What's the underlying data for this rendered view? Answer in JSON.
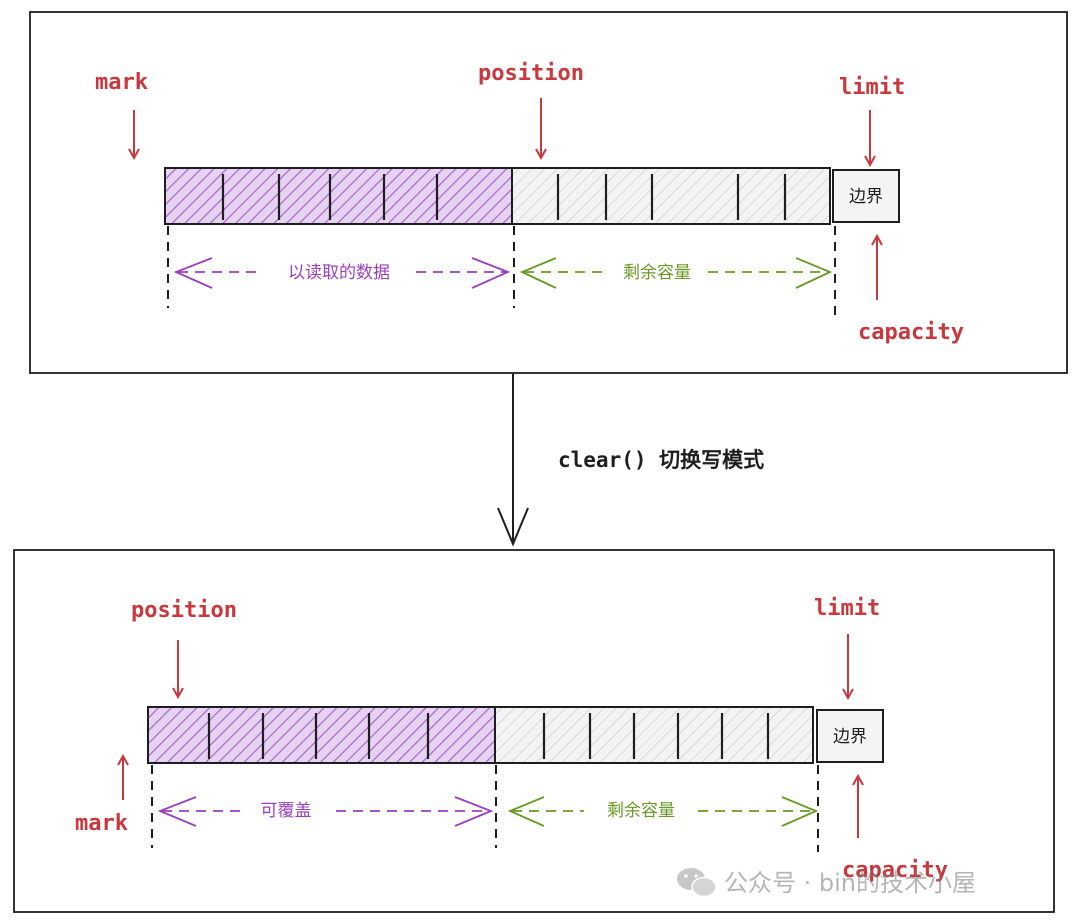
{
  "top_panel": {
    "labels": {
      "mark": "mark",
      "position": "position",
      "limit": "limit",
      "capacity": "capacity"
    },
    "boundary_label": "边界",
    "read_region_label": "以读取的数据",
    "remaining_region_label": "剩余容量"
  },
  "transition": {
    "label": "clear() 切换写模式"
  },
  "bottom_panel": {
    "labels": {
      "position": "position",
      "limit": "limit",
      "mark": "mark",
      "capacity": "capacity"
    },
    "boundary_label": "边界",
    "overwritable_region_label": "可覆盖",
    "remaining_region_label": "剩余容量"
  },
  "watermark": {
    "text": "公众号 · bin的技术小屋"
  },
  "colors": {
    "red": "#c8383d",
    "purple": "#9b3fc0",
    "green": "#6a9a24",
    "purple_fill": "#d6b5e8",
    "gray_fill": "#ececec",
    "line": "#1e1e1e"
  }
}
